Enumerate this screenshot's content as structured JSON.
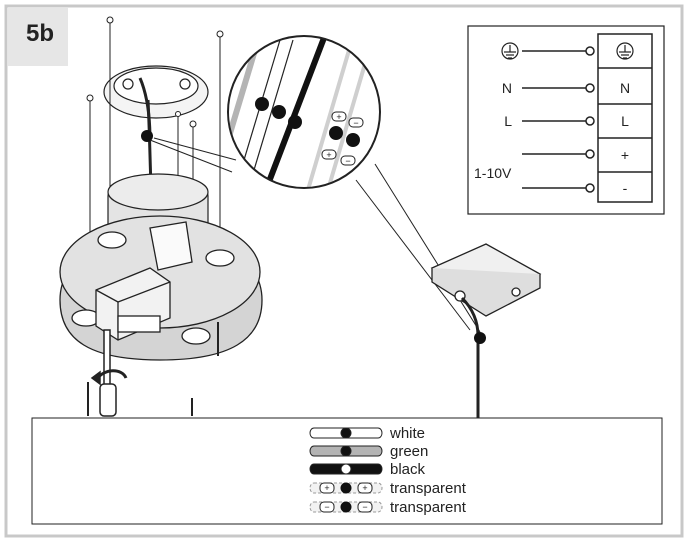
{
  "step": {
    "label": "5b"
  },
  "wiring": {
    "rows": [
      {
        "left_label": "",
        "left_icon": "ground-icon",
        "terminal": "",
        "terminal_icon": "ground-icon"
      },
      {
        "left_label": "N",
        "terminal": "N"
      },
      {
        "left_label": "L",
        "terminal": "L"
      },
      {
        "left_label": "",
        "terminal": "+"
      },
      {
        "left_label": "",
        "terminal": "-"
      }
    ],
    "dimming_label": "1-10V"
  },
  "legend": {
    "items": [
      {
        "label": "white",
        "wire": "white"
      },
      {
        "label": "green",
        "wire": "green"
      },
      {
        "label": "black",
        "wire": "black"
      },
      {
        "label": "transparent",
        "wire": "transparent-plus"
      },
      {
        "label": "transparent",
        "wire": "transparent-minus"
      }
    ]
  },
  "colors": {
    "frame": "#c8c8c8",
    "header_bg": "#e6e6e6",
    "line": "#222222",
    "wire_green": "#b4b4b4",
    "wire_black": "#111111"
  }
}
